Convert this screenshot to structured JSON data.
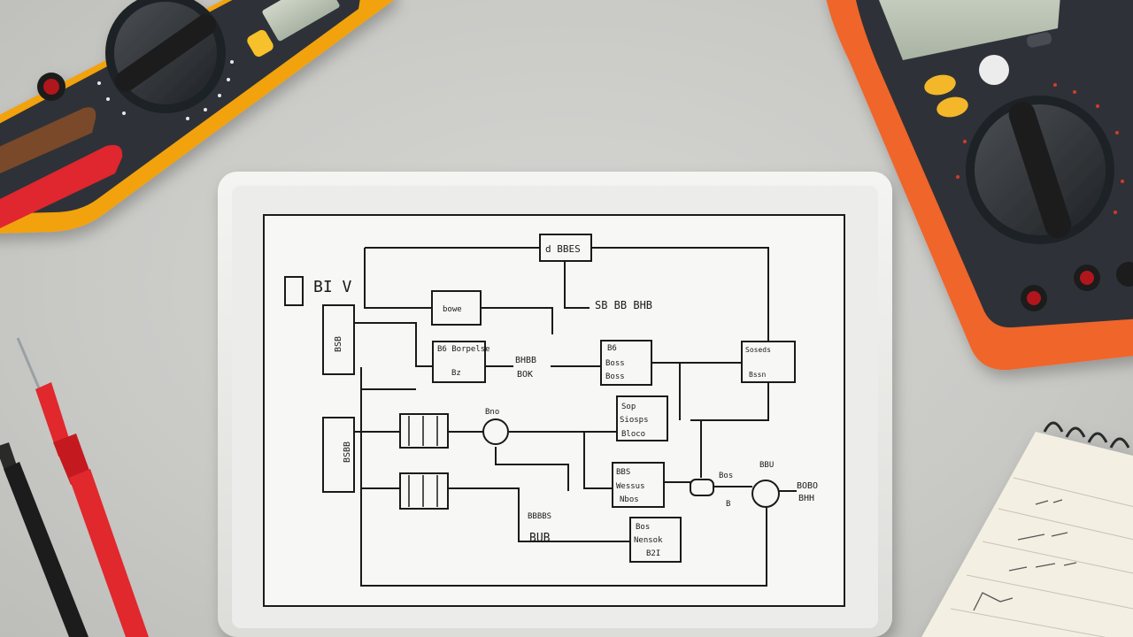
{
  "scene": {
    "description_colors": {
      "surface": "#c9c9c6",
      "tablet_frame": "#e9e9e6",
      "screen": "#f7f7f5",
      "meter_left_body": "#f2a20d",
      "meter_right_body": "#f0652a",
      "meter_face": "#2f3337",
      "probe_red": "#e0282d",
      "probe_black": "#1c1c1c",
      "ink": "#1a1a1a"
    }
  },
  "schematic": {
    "title_block": "BI V",
    "top_block": "d BBES",
    "block_a": "bowe",
    "label_a": "SB BB BHB",
    "left_block_1": "BSB",
    "block_b_1": "B6 Borpelse",
    "block_b_2": "Bz",
    "mid_label_1": "BHBB",
    "mid_label_2": "BOK",
    "block_c_1": "B6",
    "block_c_2": "Boss",
    "block_c_3": "Boss",
    "right_block_1": "Soseds",
    "right_block_2": "Bssn",
    "node_label": "Bno",
    "block_d_1": "Sop",
    "block_d_2": "Siosps",
    "block_d_3": "Bloco",
    "left_block_2": "BSBB",
    "block_e_1": "BBS",
    "block_e_2": "Wessus",
    "block_e_3": "Nbos",
    "label_b": "Bos",
    "label_c": "B",
    "right_label_1": "BOBO",
    "right_label_2": "BHH",
    "node_label_2": "BBU",
    "lower_label_1": "BBBBS",
    "lower_label_2": "BUB",
    "block_f_1": "Bos",
    "block_f_2": "Nensok",
    "block_f_3": "B2I"
  }
}
